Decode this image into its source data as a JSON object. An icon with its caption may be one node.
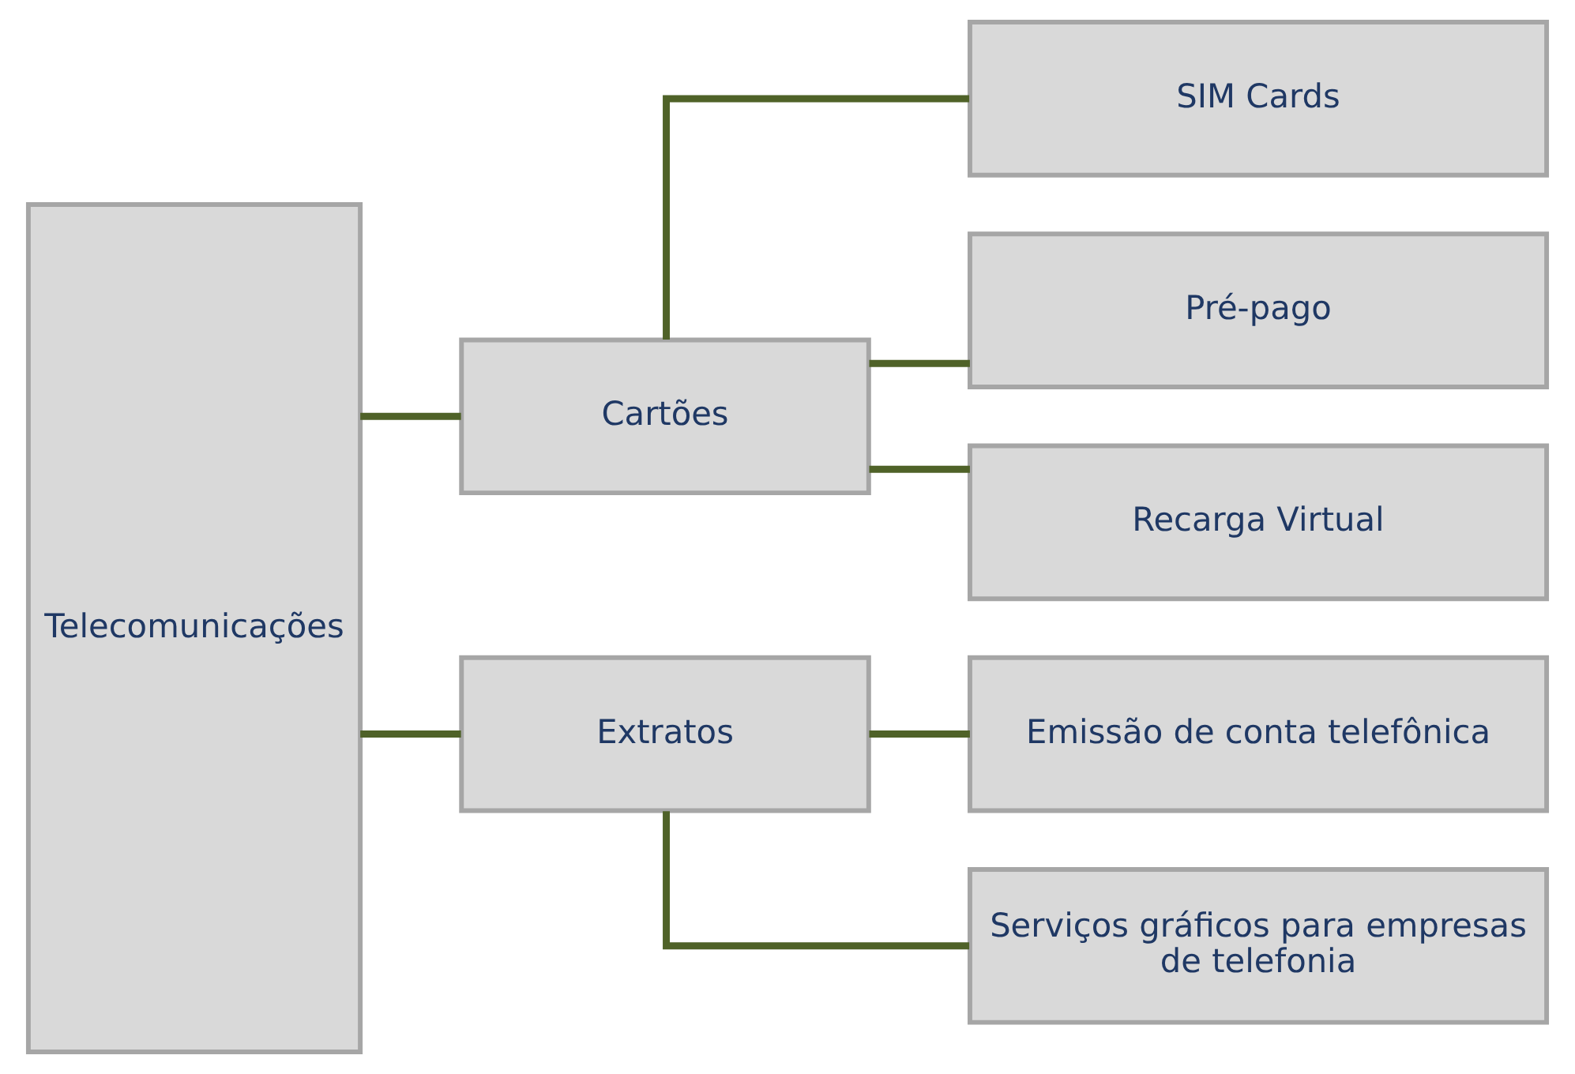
{
  "diagram": {
    "nodes": [
      {
        "text": [
          "Telecomunicações"
        ]
      },
      {
        "text": [
          "Cartões"
        ]
      },
      {
        "text": [
          "Extratos"
        ]
      },
      {
        "text": [
          "SIM Cards"
        ]
      },
      {
        "text": [
          "Pré-pago"
        ]
      },
      {
        "text": [
          "Recarga Virtual"
        ]
      },
      {
        "text": [
          "Emissão de conta telefônica"
        ]
      },
      {
        "text": [
          "Serviços gráficos para empresas de telefonia"
        ]
      }
    ],
    "edges": [
      {
        "from": 0,
        "to": 1,
        "arrow": "none"
      },
      {
        "from": 0,
        "to": 2,
        "arrow": "none"
      },
      {
        "from": 1,
        "to": 3,
        "arrow": "none"
      },
      {
        "from": 1,
        "to": 4,
        "arrow": "none"
      },
      {
        "from": 1,
        "to": 5,
        "arrow": "none"
      },
      {
        "from": 2,
        "to": 6,
        "arrow": "none"
      },
      {
        "from": 2,
        "to": 7,
        "arrow": "none"
      }
    ]
  }
}
